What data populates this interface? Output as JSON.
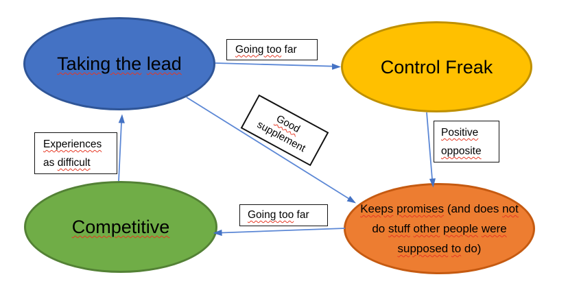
{
  "diagram": {
    "nodes": {
      "taking_the_lead": {
        "text": "Taking the lead",
        "fill": "#4472C4",
        "border_color": "#2F5597",
        "segments": [
          {
            "t": "Taking the",
            "sp": true
          },
          {
            "t": " ",
            "sp": false
          },
          {
            "t": "lead",
            "sp": true
          }
        ]
      },
      "control_freak": {
        "text": "Control Freak",
        "fill": "#FFC000",
        "border_color": "#BF9000",
        "segments": [
          {
            "t": "Control Freak",
            "sp": false
          }
        ]
      },
      "competitive": {
        "text": "Competitive",
        "fill": "#70AD47",
        "border_color": "#538135",
        "segments": [
          {
            "t": "Competitive",
            "sp": true
          }
        ]
      },
      "keeps_promises": {
        "text": "Keeps promises (and does not do stuff other people were supposed to do)",
        "fill": "#ED7D31",
        "border_color": "#C55A11",
        "lines": [
          [
            {
              "t": "Keeps",
              "sp": true
            },
            {
              "t": " ",
              "sp": false
            },
            {
              "t": "promises",
              "sp": true
            },
            {
              "t": " (and does ",
              "sp": false
            },
            {
              "t": "not",
              "sp": true
            }
          ],
          [
            {
              "t": "do ",
              "sp": false
            },
            {
              "t": "stuff",
              "sp": true
            },
            {
              "t": " ",
              "sp": false
            },
            {
              "t": "other",
              "sp": true
            },
            {
              "t": " ",
              "sp": false
            },
            {
              "t": "people",
              "sp": true
            },
            {
              "t": " ",
              "sp": false
            },
            {
              "t": "were",
              "sp": true
            }
          ],
          [
            {
              "t": "supposed",
              "sp": true
            },
            {
              "t": " ",
              "sp": false
            },
            {
              "t": "to",
              "sp": true
            },
            {
              "t": " do)",
              "sp": false
            }
          ]
        ]
      }
    },
    "edge_labels": {
      "going_too_far_top": {
        "text": "Going too far",
        "segments": [
          {
            "t": "Going too",
            "sp": true
          },
          {
            "t": " far",
            "sp": false
          }
        ]
      },
      "good_supplement": {
        "text": "Good supplement",
        "lines": [
          [
            {
              "t": "Good",
              "sp": true
            }
          ],
          [
            {
              "t": "supplement",
              "sp": false
            }
          ]
        ]
      },
      "positive_opposite": {
        "text": "Positive opposite",
        "lines": [
          [
            {
              "t": "Positive",
              "sp": true
            }
          ],
          [
            {
              "t": "opposite",
              "sp": true
            }
          ]
        ]
      },
      "experiences_as_difficult": {
        "text": "Experiences as difficult",
        "lines": [
          [
            {
              "t": "Experiences",
              "sp": true
            }
          ],
          [
            {
              "t": "as ",
              "sp": false
            },
            {
              "t": "difficult",
              "sp": true
            }
          ]
        ]
      },
      "going_too_far_bottom": {
        "text": "Going too far",
        "segments": [
          {
            "t": "Going too",
            "sp": true
          },
          {
            "t": " far",
            "sp": false
          }
        ]
      }
    },
    "edges": [
      {
        "from": "Taking the lead",
        "to": "Control Freak",
        "label": "Going too far"
      },
      {
        "from": "Taking the lead",
        "to": "Keeps promises (and does not do stuff other people were supposed to do)",
        "label": "Good supplement"
      },
      {
        "from": "Control Freak",
        "to": "Keeps promises (and does not do stuff other people were supposed to do)",
        "label": "Positive opposite"
      },
      {
        "from": "Keeps promises (and does not do stuff other people were supposed to do)",
        "to": "Competitive",
        "label": "Going too far"
      },
      {
        "from": "Competitive",
        "to": "Taking the lead",
        "label": "Experiences as difficult"
      }
    ],
    "colors": {
      "arrow_line": "#5B87D5",
      "arrow_head": "#4472C4",
      "squiggle": "#E63723",
      "box_border": "#111111"
    }
  }
}
